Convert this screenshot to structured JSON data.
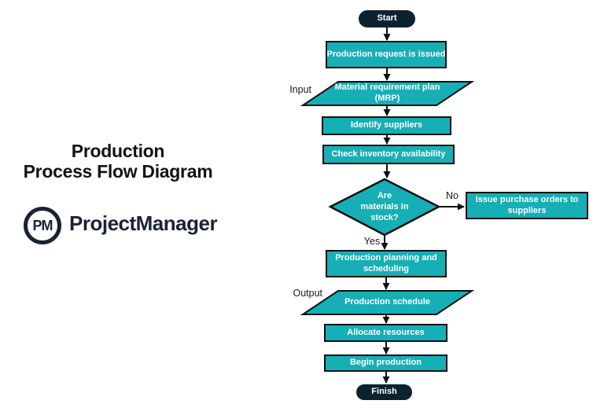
{
  "colors": {
    "teal": "#16afb5",
    "terminator_fill": "#0d2230",
    "shape_border": "#111111",
    "node_text": "#ffffff",
    "label_text": "#1a1a1a",
    "logo_navy": "#1b2232",
    "background": "#ffffff"
  },
  "left_panel": {
    "title": "Production\nProcess Flow Diagram",
    "logo_monogram": "PM",
    "logo_brand": "ProjectManager"
  },
  "flowchart": {
    "nodes": {
      "start": "Start",
      "production_request": "Production request is issued",
      "mrp": "Material requirement plan (MRP)",
      "identify_suppliers": "Identify suppliers",
      "check_inventory": "Check inventory availability",
      "decision": "Are materials in stock?",
      "issue_purchase_orders": "Issue purchase orders to suppliers",
      "production_planning": "Production planning and scheduling",
      "production_schedule": "Production schedule",
      "allocate_resources": "Allocate resources",
      "begin_production": "Begin production",
      "finish": "Finish"
    },
    "labels": {
      "input": "Input",
      "output": "Output",
      "no": "No",
      "yes": "Yes"
    }
  }
}
